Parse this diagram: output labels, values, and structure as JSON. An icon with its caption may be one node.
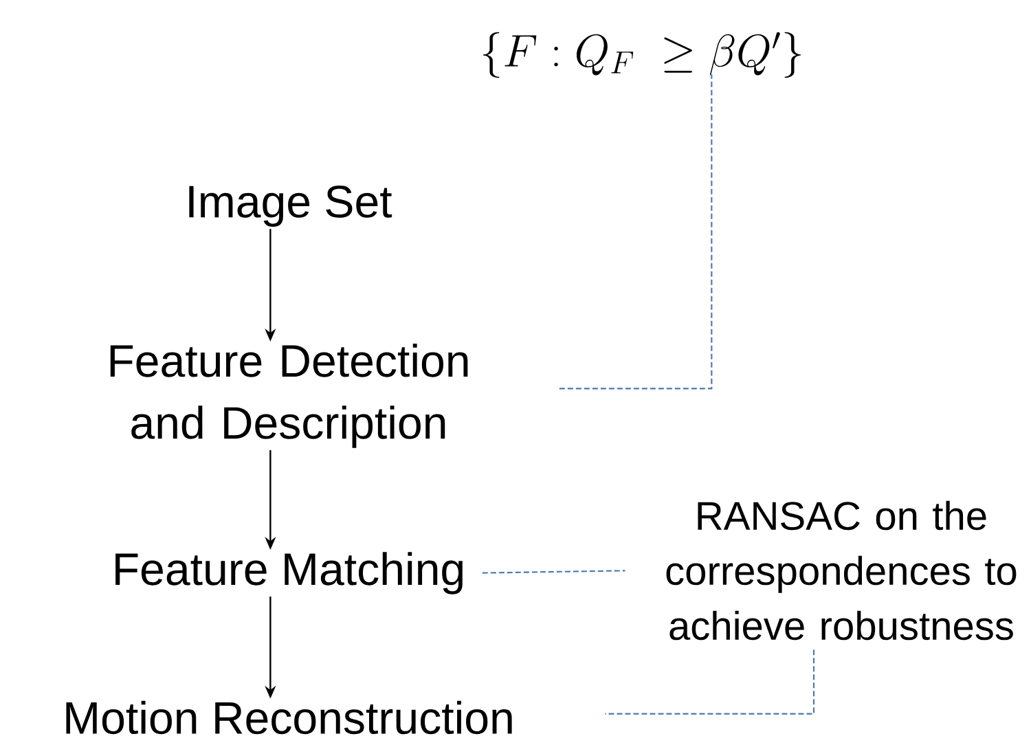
{
  "diagram": {
    "nodes": [
      {
        "text": [
          "\\{F : Q_F \\;\\geq \\beta Q'\\}"
        ]
      },
      {
        "text": [
          "Image Set"
        ]
      },
      {
        "text": [
          "Feature Detection and Description"
        ]
      },
      {
        "text": [
          "Feature Matching"
        ]
      },
      {
        "text": [
          "RANSAC on the correspondences to achieve robustness"
        ]
      },
      {
        "text": [
          "Motion Reconstruction"
        ]
      }
    ],
    "edges": [
      {
        "from": 1,
        "to": 2,
        "arrow": "to"
      },
      {
        "from": 2,
        "to": 3,
        "arrow": "to"
      },
      {
        "from": 3,
        "to": 5,
        "arrow": "to"
      },
      {
        "from": 2,
        "to": 0,
        "arrow": "none",
        "style": "dashed",
        "color": "#4a78b0"
      },
      {
        "from": 3,
        "to": 4,
        "arrow": "none",
        "style": "dashed",
        "color": "#4a78b0"
      },
      {
        "from": 4,
        "to": 5,
        "arrow": "none",
        "style": "dashed",
        "color": "#4a78b0"
      }
    ]
  }
}
